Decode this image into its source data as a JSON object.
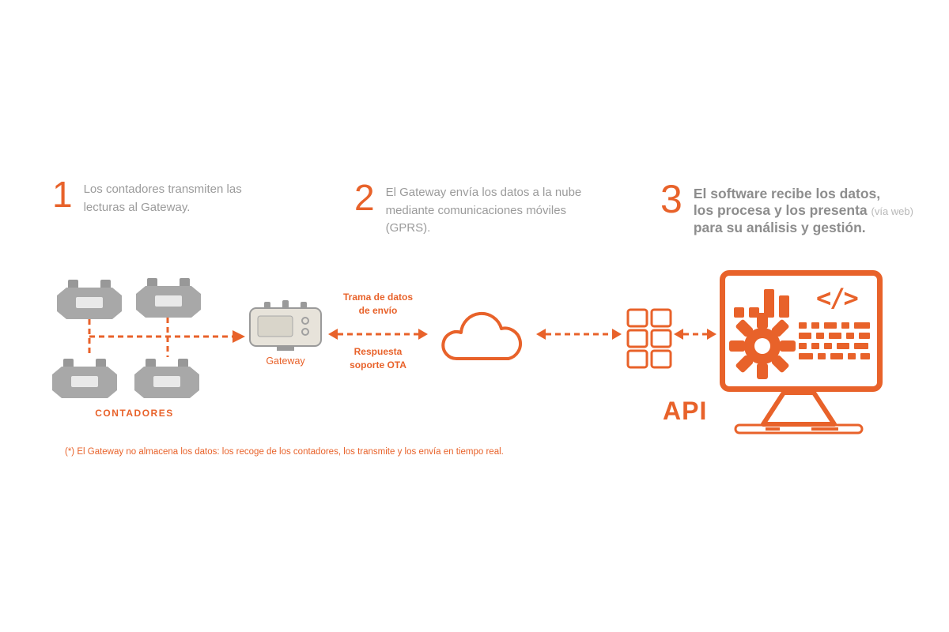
{
  "palette": {
    "accent_orange": "#E8622A",
    "text_gray": "#9B9B9B",
    "icon_gray": "#A8A8A8"
  },
  "steps": [
    {
      "num": "1",
      "lines": [
        "Los contadores transmiten las",
        "lecturas al Gateway."
      ]
    },
    {
      "num": "2",
      "lines": [
        "El Gateway envía los datos a la nube",
        "mediante comunicaciones móviles",
        "(GPRS)."
      ]
    },
    {
      "num": "3",
      "lines": [
        "El software recibe los datos,",
        "los procesa y los presenta",
        "para su análisis y gestión."
      ],
      "suffix": "(vía web)"
    }
  ],
  "nodes": {
    "meters_label": "CONTADORES",
    "gateway_label": "Gateway",
    "api_label": "API",
    "code_glyph": "</>"
  },
  "flows": {
    "uplink": [
      "Trama de datos",
      "de envío"
    ],
    "downlink": [
      "Respuesta",
      "soporte OTA"
    ]
  },
  "footnote": "(*) El Gateway no almacena los datos: los recoge de los contadores, los transmite y los envía en tiempo real."
}
